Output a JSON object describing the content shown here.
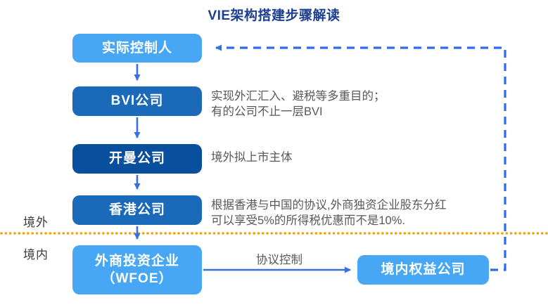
{
  "title": "VIE架构搭建步骤解读",
  "regions": {
    "offshore_label": "境外",
    "onshore_label": "境内"
  },
  "nodes": [
    {
      "id": "actual-controller",
      "label": "实际控制人"
    },
    {
      "id": "bvi-company",
      "label": "BVI公司",
      "note_lines": [
        "实现外汇汇入、避税等多重目的；",
        "有的公司不止一层BVI"
      ]
    },
    {
      "id": "cayman-company",
      "label": "开曼公司",
      "note_lines": [
        "境外拟上市主体"
      ]
    },
    {
      "id": "hongkong-company",
      "label": "香港公司",
      "note_lines": [
        "根据香港与中国的协议,外商独资企业股东分红",
        "可以享受5%的所得税优惠而不是10%."
      ]
    },
    {
      "id": "wfoe",
      "label_lines": [
        "外商投资企业",
        "（WFOE）"
      ]
    },
    {
      "id": "domestic-equity-company",
      "label": "境内权益公司"
    }
  ],
  "edges": {
    "agreement_control_label": "协议控制"
  },
  "colors": {
    "title_text": "#1d3f91",
    "node_light_blue": "#47a7f5",
    "node_medium_blue": "#1a6ab9",
    "node_dark_blue": "#084f9d",
    "arrow_blue": "#3571e3",
    "dashed_return_blue": "#2e6be8",
    "border_dotted_orange": "#f0a30a",
    "note_text": "#595959"
  }
}
